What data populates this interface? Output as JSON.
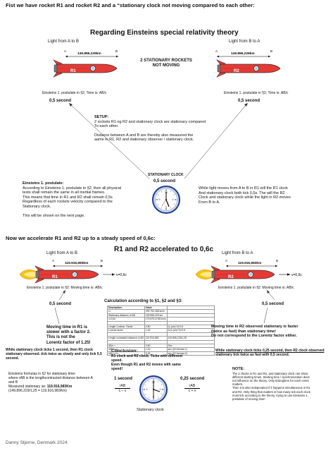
{
  "heading_top": "Fist we have rocket R1 and rocket R2 and a “stationary clock not moving compared to each other:",
  "heading_mid": "Now we accelerate R1 and R2 up to a steady speed of 0,6c:",
  "footer": "Danny Stjerne, Denmark 2024",
  "colors": {
    "rocket_body": "#e53a35",
    "rocket_outline": "#333333",
    "flame": "#f5c518",
    "clock_face": "#c9d6ee",
    "clock_rim": "#1f3b8c",
    "hands": "#000000"
  },
  "panel1": {
    "title": "Regarding Einsteins special relativity theory",
    "left_label": "Light from A to B",
    "right_label": "Light from B to A",
    "point_a": "A",
    "point_b": "B",
    "distance": "149.896,229km",
    "rocket_left": "R1",
    "rocket_right": "R2",
    "center_line1": "2 STATIONARY ROCKETS",
    "center_line2": "NOT MOVING",
    "postulate_note": "Einsteins 1. postulate in §2; Time is: AB/c",
    "half_second": "0,5 second",
    "setup_title": "SETUP:",
    "setup_lines": [
      "2 rockets R1 og R2 and stationary clock are stationary compared",
      "To each other."
    ],
    "distance_lines": [
      "Distance between A and B are thereby also measured the",
      "aame in R1, R2 and stationary observer / stationary clock."
    ],
    "clock_label": "STATIONARY CLOCK",
    "clock_time": "0,5 second",
    "postulate_title": "Einsteins 1. postulate:",
    "postulate_lines": [
      "According to Einsteins 1. postulate in §2, then all physical",
      "tests shall remain the same in all inertial frames.",
      "This means that time in R1 and R2 shall remain 0,5s",
      "Regardless of each rockets velocity compared to the",
      "Stationary clock."
    ],
    "next_page": "This will be shown on the next page.",
    "right_lines": [
      "While light moves from A to B in R1 will the R1 clock",
      "And stationary clock both tick 0,5s. The will the R2",
      "Clock and stationary clock while the light in R2 moves",
      "From B to A."
    ]
  },
  "panel2": {
    "title": "R1 and R2 accelerated to 0,6c",
    "left_label": "Light from A to B",
    "right_label": "Light from B to A",
    "point_a": "A",
    "point_b": "B",
    "distance": "119.916,983km",
    "rocket_left": "R1",
    "rocket_right": "R2",
    "velocity": "v=0,6c",
    "postulate_note_left": "Einsteins 1. postulate in §2: Moving time is: AB/c",
    "postulate_note_right": "Einsteins 1. postulate in §2: Moving time is: AB/c",
    "left_half": "0,5 second",
    "right_half": "0,5 second",
    "calc_title": "Calculation according to §1, §2 and §3:",
    "calc_table": [
      [
        "Description",
        "Value",
        ""
      ],
      [
        "c=",
        "299.792,458 km/s",
        ""
      ],
      [
        "Stationary distance of AB",
        "149.896,229 km",
        ""
      ],
      [
        "v=0,6c",
        "179.875,4748 km/s",
        ""
      ],
      [
        "",
        "",
        ""
      ],
      [
        "Length Contrac. Factor",
        "0,80",
        "(1-(v/c)^2)^0,5"
      ],
      [
        "Lorentz factor",
        "1,25",
        "1/(1-(v/c)^2)^0,5"
      ],
      [
        "",
        "",
        ""
      ],
      [
        "Length contracted distance of AB",
        "119.916,983",
        "149.896,229/1,25"
      ],
      [
        "",
        "",
        ""
      ],
      [
        "AB/c =",
        "0,50",
        "Sec."
      ],
      [
        "rAB / c-v",
        "1,00",
        "sec (§2 formula 1)"
      ],
      [
        "rAB / c+v",
        "0,25",
        "sec (§2 formula 2)"
      ]
    ],
    "left_moving": [
      "Moving time in R1 is",
      "slower with a factor 2.",
      "This is not the",
      "Lorentz factor of 1.25!"
    ],
    "right_moving": [
      "Moving time in R2 observed stationary is faster",
      "(twice as fast) than stationary time!",
      "Do not correspond to the Lorentz factor either."
    ],
    "left_tick": [
      "While stationary clock ticks 1 second, then R1 clock",
      "stationary observed. tick twice as slowly and only tick 0,5",
      "second."
    ],
    "right_tick": [
      "While stationary clock ticks 0,25 second, then R2 clock observed",
      "stationary tick twice as fast with 0,5 second."
    ],
    "conclusion_title": "Conclusion:",
    "conclusion_lines": [
      "R1 clock and R2 clock. Ticks with different",
      "speed.",
      "Even though R1 and R2 moves with same",
      "speed!"
    ],
    "formula_lines": [
      "Einsteins formulas in §2 for stationary time:",
      "where rAB  is the lengthcontracted distance between A",
      "and B"
    ],
    "measured_prefix": "Measured stationary as: ",
    "measured_value": "119.916,983Km",
    "measured_calc": "(149.896.229/1,25 = 119.916,983Km)",
    "one_second": "1 second",
    "frac_left_num": "rAB",
    "frac_left_den": "c − v",
    "quarter_second": "0,25 second",
    "frac_right_num": "rAB",
    "frac_right_den": "c + v",
    "clock_label": "Stationary clock",
    "note_title": "NOTE:",
    "note_lines": [
      "The 2 clocks in R1 and R2, and stationary clock can show",
      "different starting times. Starting time / synchronization does",
      "not influence on the theory. Only tickingtime for each event",
      "matters.",
      "Then it is also independent if it happens simultaneous in R1",
      "and R2. Only thing that matters is how many tick each clock",
      "must tick according to the theory, trying to use Einsteins 1.",
      "postulate of moving time!"
    ]
  }
}
